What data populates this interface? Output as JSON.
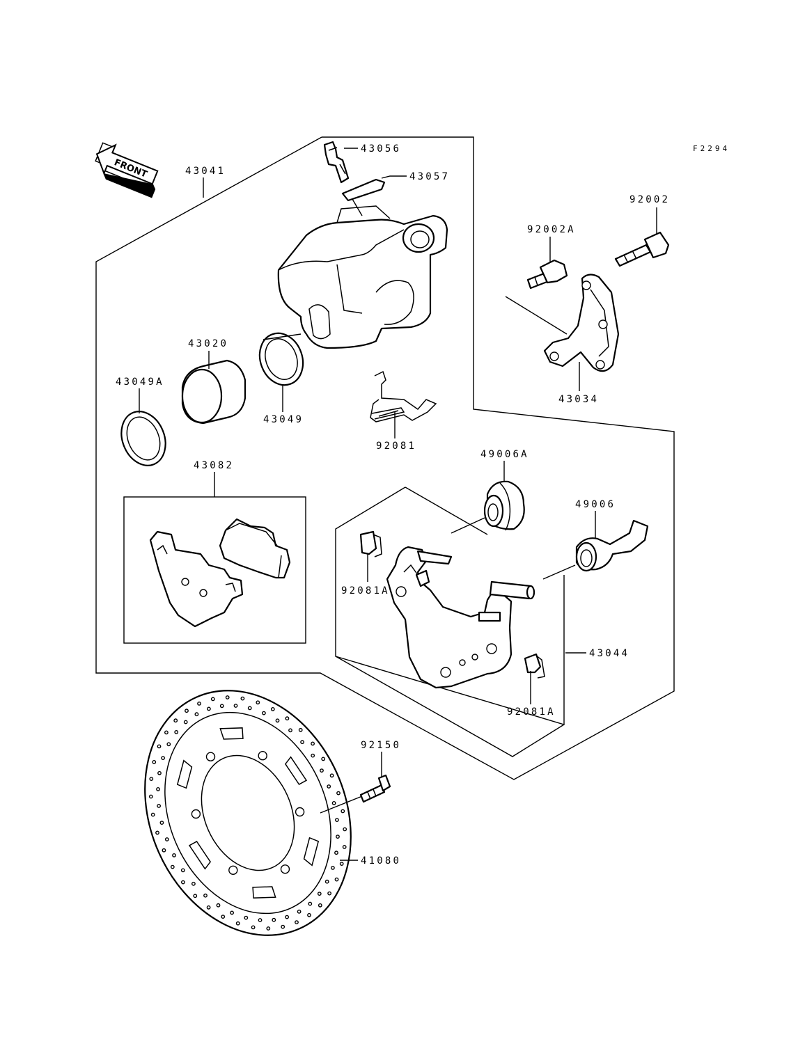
{
  "figure_code": "F2294",
  "front_label": "FRONT",
  "parts": {
    "p43056": "43056",
    "p43057": "43057",
    "p43041": "43041",
    "p92002": "92002",
    "p92002A": "92002A",
    "p43034": "43034",
    "p43020": "43020",
    "p43049A": "43049A",
    "p43049": "43049",
    "p92081": "92081",
    "p49006A": "49006A",
    "p49006": "49006",
    "p43082": "43082",
    "p92081A_left": "92081A",
    "p43044": "43044",
    "p92081A_right": "92081A",
    "p92150": "92150",
    "p41080": "41080"
  }
}
